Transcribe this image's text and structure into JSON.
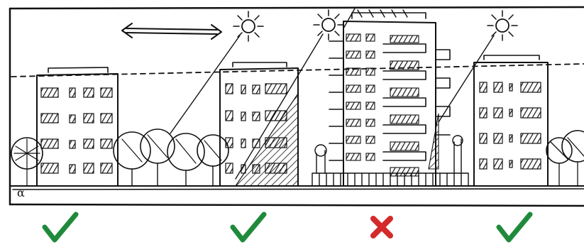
{
  "corner_label": "α",
  "buildings": [
    {
      "id": "building-1",
      "result": "ok"
    },
    {
      "id": "building-2",
      "result": "ok"
    },
    {
      "id": "building-3",
      "result": "not-ok"
    },
    {
      "id": "building-4",
      "result": "ok"
    }
  ],
  "icons": {
    "ok": "checkmark-icon",
    "not_ok": "cross-icon",
    "sun": "sun-icon",
    "arrow": "double-arrow-icon"
  },
  "colors": {
    "ink": "#111111",
    "check": "#1f8a3b",
    "cross": "#d42a2a"
  }
}
